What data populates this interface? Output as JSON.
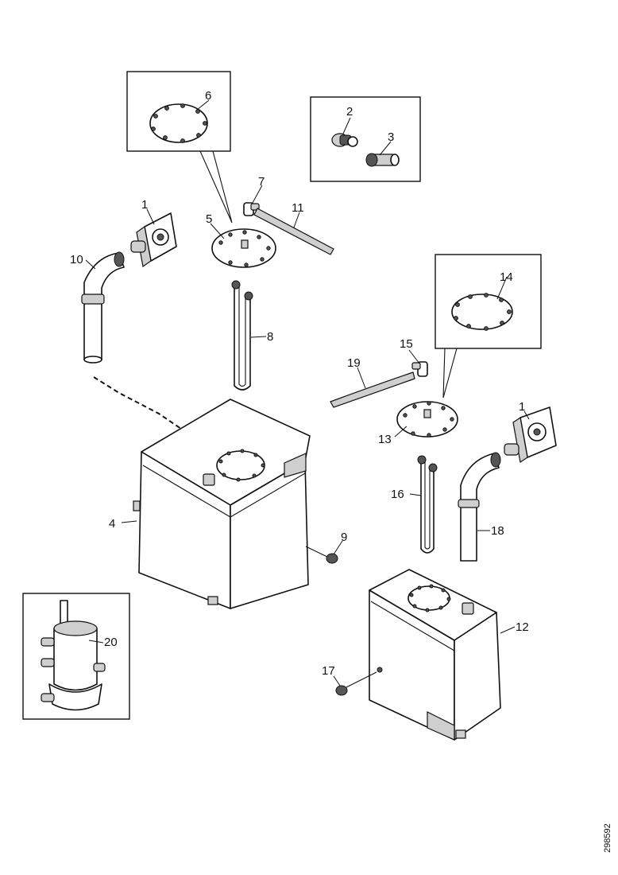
{
  "callouts": {
    "c1a": "1",
    "c1b": "1",
    "c2": "2",
    "c3": "3",
    "c4": "4",
    "c5": "5",
    "c6": "6",
    "c7": "7",
    "c8": "8",
    "c9": "9",
    "c10": "10",
    "c11": "11",
    "c12": "12",
    "c13": "13",
    "c14": "14",
    "c15": "15",
    "c16": "16",
    "c17": "17",
    "c18": "18",
    "c19": "19",
    "c20": "20"
  },
  "document_id": "298592"
}
